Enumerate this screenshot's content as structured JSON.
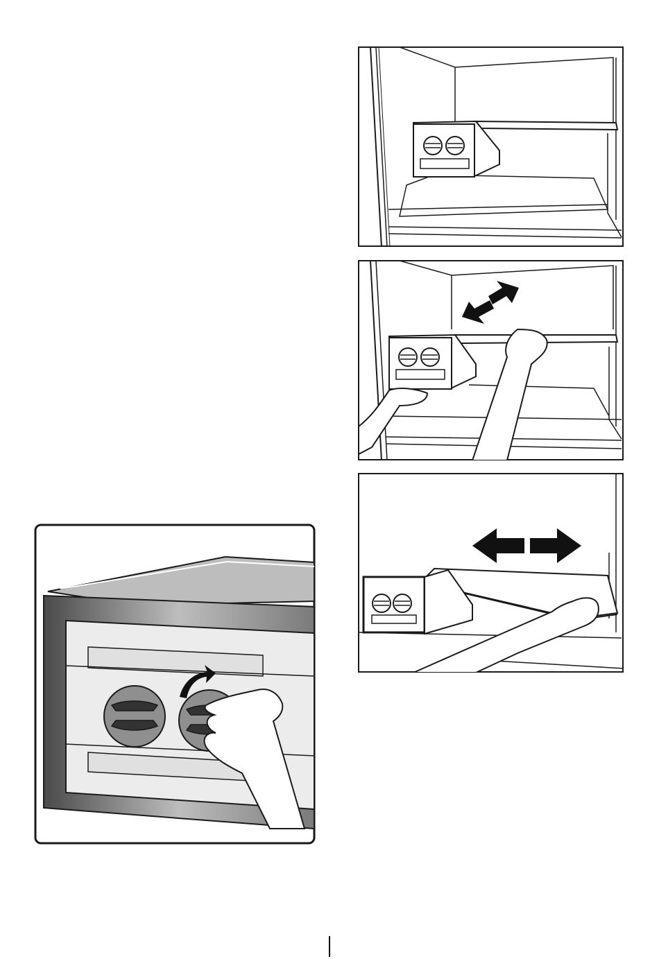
{
  "figures": [
    {
      "id": "step-1",
      "icon": "fridge-shelf-with-crisper-icon"
    },
    {
      "id": "step-2",
      "icon": "two-hands-lifting-shelf-icon"
    },
    {
      "id": "step-3",
      "icon": "hand-sliding-shelf-icon"
    },
    {
      "id": "step-4",
      "icon": "hand-turning-knob-icon"
    }
  ],
  "colors": {
    "line": "#1a1a1a",
    "fill": "#ffffff",
    "shade": "#b9b9b9",
    "dark_shade": "#5a5a5a"
  }
}
